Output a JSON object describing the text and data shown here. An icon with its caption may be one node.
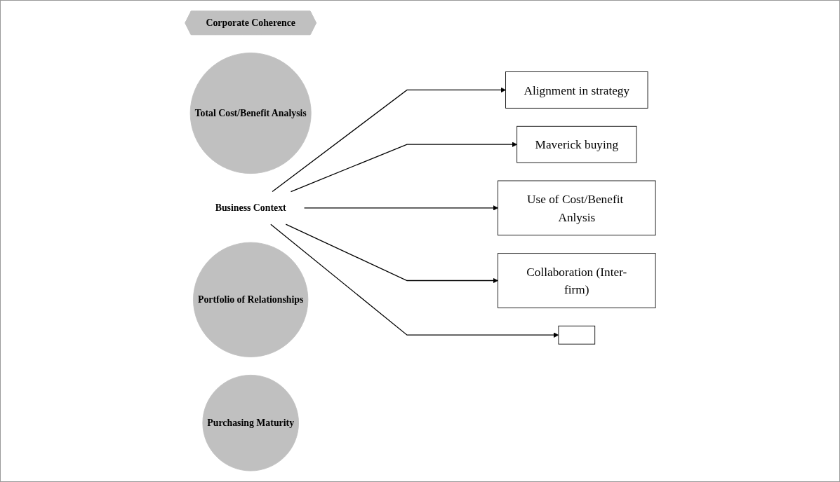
{
  "diagram": {
    "nodes": [
      {
        "text": [
          "Corporate Coherence"
        ]
      },
      {
        "text": [
          "Alignment in strategy"
        ]
      },
      {
        "text": [
          "Maverick buying"
        ]
      },
      {
        "text": [
          "Total Cost/Benefit Analysis"
        ]
      },
      {
        "text": [
          "Use of Cost/Benefit Anlysis"
        ]
      },
      {
        "text": [
          "Business Context"
        ]
      },
      {
        "text": [
          "Portfolio of Relationships"
        ]
      },
      {
        "text": [
          "Collaboration (Inter-firm)"
        ]
      },
      {
        "text": [
          "Purchasing Maturity"
        ]
      },
      {
        "text": [],
        "shape": "box"
      }
    ],
    "edges": [
      {
        "from": 5,
        "to": 1,
        "arrow": "to"
      },
      {
        "from": 5,
        "to": 2,
        "arrow": "to"
      },
      {
        "from": 5,
        "to": 4,
        "arrow": "to"
      },
      {
        "from": 5,
        "to": 7,
        "arrow": "to"
      },
      {
        "from": 5,
        "to": 9,
        "arrow": "to"
      }
    ]
  }
}
